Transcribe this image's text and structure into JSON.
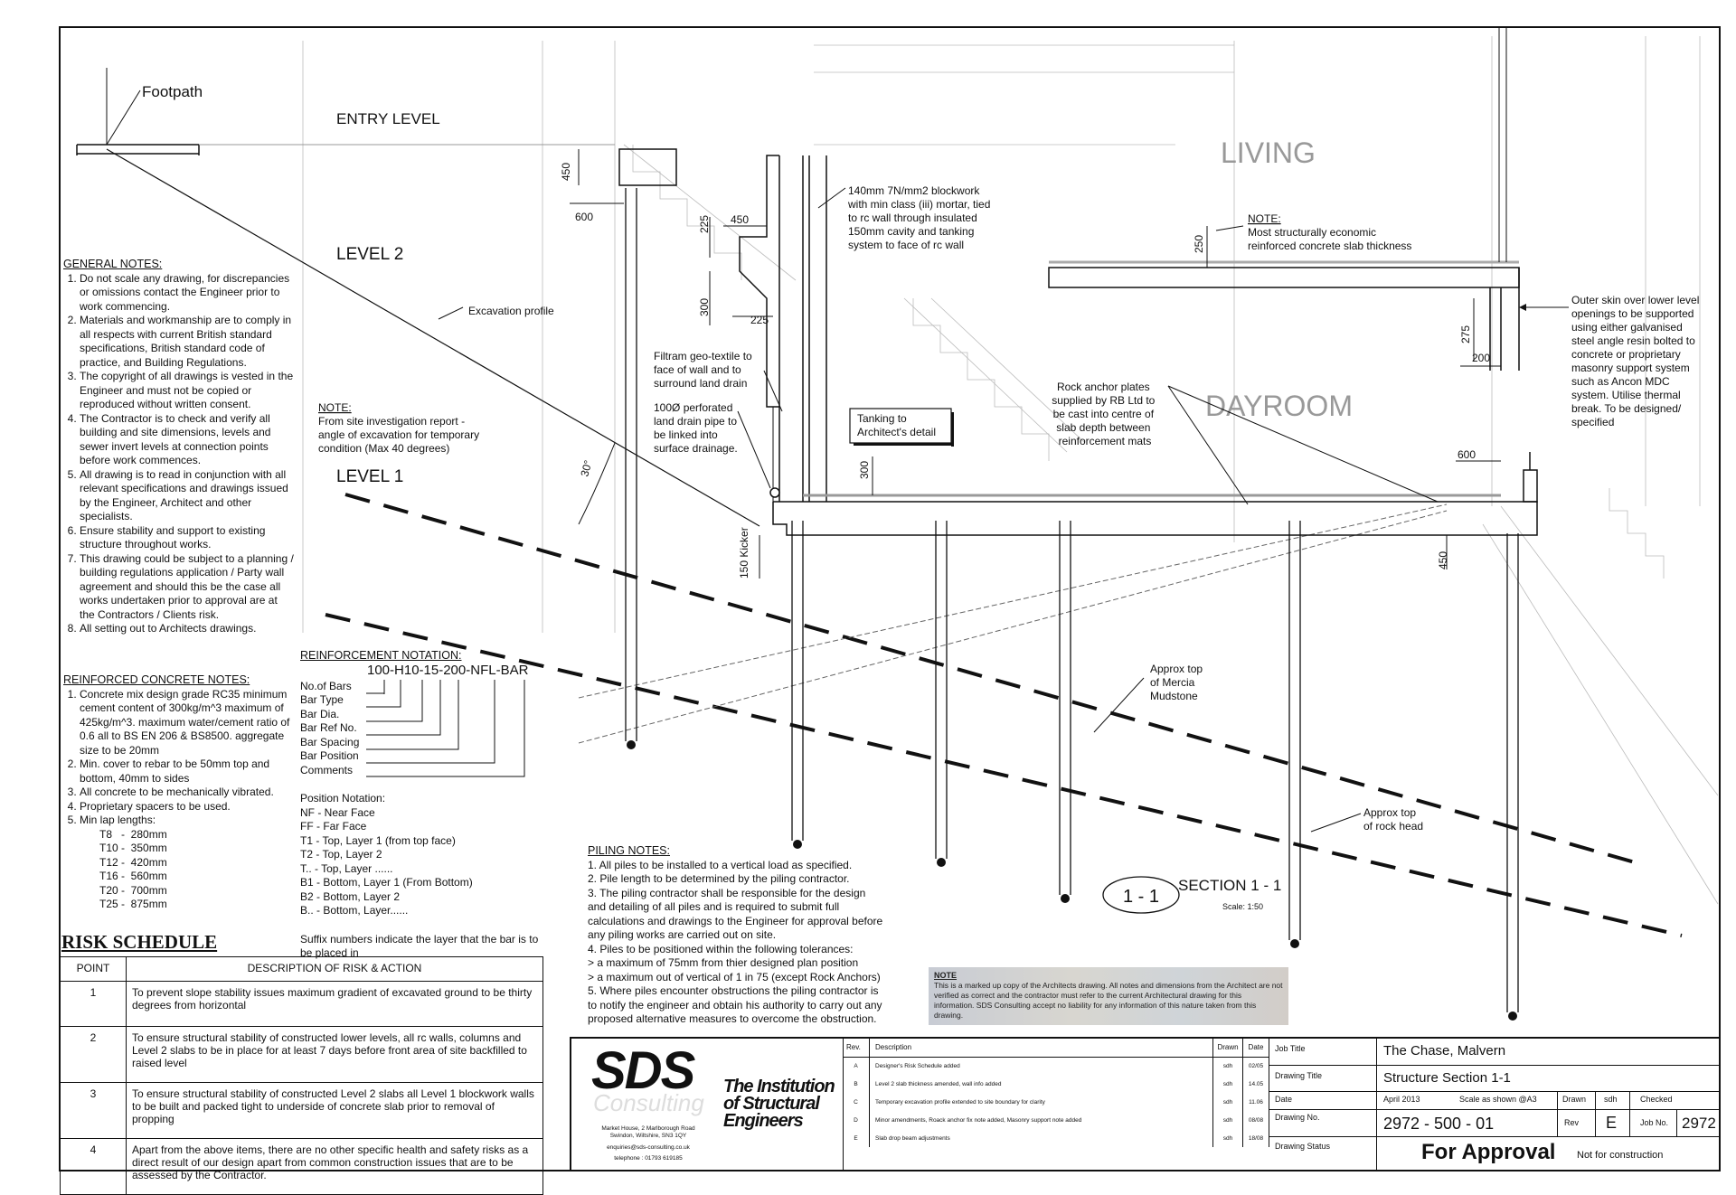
{
  "levels": {
    "entry": "ENTRY LEVEL",
    "level2": "LEVEL 2",
    "level1": "LEVEL 1"
  },
  "rooms": {
    "living": "LIVING",
    "dayroom": "DAYROOM"
  },
  "labels": {
    "footpath": "Footpath",
    "excavation_profile": "Excavation profile",
    "blockwork": [
      "140mm 7N/mm2 blockwork",
      "with min class (iii) mortar, tied",
      "to rc wall through insulated",
      "150mm cavity and tanking",
      "system to face of rc wall"
    ],
    "slab_note_title": "NOTE:",
    "slab_note": [
      "Most structurally economic",
      "reinforced concrete slab thickness"
    ],
    "outer_skin": [
      "Outer skin over lower level",
      "openings to be supported",
      "using either galvanised",
      "steel angle resin bolted to",
      "concrete or proprietary",
      "masonry support system",
      "such as Ancon MDC",
      "system. Utilise thermal",
      "break. To be designed/",
      "specified"
    ],
    "rock_anchor": [
      "Rock anchor plates",
      "supplied by RB Ltd to",
      "be cast into centre of",
      "slab depth between",
      "reinforcement mats"
    ],
    "filtram": [
      "Filtram geo-textile to",
      "face of wall and to",
      "surround land drain"
    ],
    "drain": [
      "100Ø perforated",
      "land drain pipe to",
      "be linked into",
      "surface drainage."
    ],
    "tanking": [
      "Tanking to",
      "Architect's detail"
    ],
    "site_note_title": "NOTE:",
    "site_note": [
      "From site investigation report -",
      "angle of excavation for temporary",
      "condition (Max 40 degrees)"
    ],
    "angle": "30°",
    "kicker": "150 Kicker",
    "mercia": [
      "Approx top",
      "of Mercia",
      "Mudstone"
    ],
    "rock_head": [
      "Approx top",
      "of rock head"
    ]
  },
  "dims": {
    "d450a": "450",
    "d600a": "600",
    "d225a": "225",
    "d450b": "450",
    "d300a": "300",
    "d225b": "225",
    "d250": "250",
    "d275": "275",
    "d200": "200",
    "d600b": "600",
    "d300b": "300",
    "d450c": "450"
  },
  "general_notes": {
    "title": "GENERAL NOTES:",
    "items": [
      "Do not scale any drawing, for discrepancies or omissions contact the Engineer prior to work commencing.",
      "Materials and workmanship are to comply in all respects with current British standard specifications, British standard code of practice, and Building Regulations.",
      "The copyright of all drawings is vested in the Engineer and must not be copied or reproduced without written consent.",
      "The Contractor is to check and verify all building and site dimensions, levels and sewer invert levels at connection points before work commences.",
      "All drawing is to read in conjunction with all relevant specifications and drawings issued by the Engineer, Architect and other specialists.",
      "Ensure stability and support to existing structure throughout works.",
      "This drawing could be subject to a planning / building regulations application / Party wall agreement and should this be the case all works undertaken prior to approval are at the Contractors / Clients risk.",
      "All setting out to Architects drawings."
    ]
  },
  "rc_notes": {
    "title": "REINFORCED CONCRETE NOTES:",
    "items": [
      "Concrete mix design grade RC35 minimum cement content of 300kg/m^3 maximum of 425kg/m^3. maximum water/cement ratio of 0.6 all to BS EN 206 & BS8500. aggregate size to be 20mm",
      "Min. cover to rebar to be 50mm top and bottom, 40mm to sides",
      "All concrete to be mechanically vibrated.",
      "Proprietary spacers to be used.",
      "Min lap lengths:"
    ],
    "laps": [
      "T8   -  280mm",
      "T10 -  350mm",
      "T12 -  420mm",
      "T16 -  560mm",
      "T20 -  700mm",
      "T25 -  875mm"
    ]
  },
  "reinforcement": {
    "title": "REINFORCEMENT NOTATION:",
    "code": "100-H10-15-200-NFL-BAR",
    "parts": [
      "No.of Bars",
      "Bar Type",
      "Bar Dia.",
      "Bar Ref No.",
      "Bar Spacing",
      "Bar Position",
      "Comments"
    ],
    "position_title": "Position Notation:",
    "positions": [
      "NF - Near Face",
      "FF - Far Face",
      "T1 - Top, Layer 1 (from top face)",
      "T2 - Top, Layer 2",
      "T.. - Top, Layer ......",
      "B1 - Bottom, Layer 1 (From Bottom)",
      "B2 - Bottom, Layer 2",
      "B.. - Bottom, Layer......"
    ],
    "suffix": "Suffix numbers indicate the layer that the bar is to be placed in"
  },
  "piling_notes": {
    "title": "PILING NOTES:",
    "lines": [
      "1. All piles to be installed to a vertical load as specified.",
      "2. Pile length to be determined by the piling contractor.",
      "3. The piling contractor shall be responsible for the design",
      "and detailing of all piles and is required to submit full",
      "calculations and drawings to the Engineer for approval before",
      "any piling works are carried out on site.",
      "4. Piles to be positioned within the following tolerances:",
      "> a maximum of 75mm from thier designed plan position",
      "> a maximum out of vertical of 1 in 75 (except Rock Anchors)",
      "5. Where piles encounter obstructions the piling contractor is",
      "to notify the engineer and obtain his authority to carry out any",
      "proposed alternative measures to overcome the obstruction."
    ]
  },
  "section": {
    "mark": "1 - 1",
    "title": "SECTION 1 - 1",
    "scale": "Scale: 1:50"
  },
  "risk": {
    "title": "RISK SCHEDULE",
    "headers": [
      "POINT",
      "DESCRIPTION OF RISK & ACTION"
    ],
    "rows": [
      {
        "point": "1",
        "text": "To prevent slope stability issues maximum gradient of excavated ground to be thirty degrees from horizontal"
      },
      {
        "point": "2",
        "text": "To ensure structural stability of constructed lower levels, all rc walls, columns and Level 2 slabs to be in place for at least 7 days before front area of site backfilled to raised level"
      },
      {
        "point": "3",
        "text": "To ensure structural stability of constructed Level 2 slabs all Level 1 blockwork walls to be built and packed tight to underside of concrete slab prior to removal of propping"
      },
      {
        "point": "4",
        "text": "Apart from the above items, there are no other specific health and safety risks as a direct result of our design apart from common construction issues that are to be assessed by the Contractor."
      }
    ]
  },
  "disclaimer": {
    "title": "NOTE",
    "text": "This is a marked up copy of the Architects drawing. All notes and dimensions from the Architect are not verified as correct and the contractor must refer to the current Architectural drawing for this information. SDS Consulting accept no liability for any information of this nature taken from this drawing."
  },
  "company": {
    "logo": "SDS",
    "logo_sub": "Consulting",
    "address": [
      "Market House, 2 Marlborough Road",
      "Swindon, Wiltshire, SN3 1QY"
    ],
    "email": "enquiries@sds-consulting.co.uk",
    "phone": "telephone : 01793 619185",
    "istruct": [
      "The Institution",
      "of Structural",
      "Engineers"
    ]
  },
  "revisions": {
    "headers": [
      "Rev.",
      "Description",
      "Drawn",
      "Date"
    ],
    "rows": [
      {
        "rev": "A",
        "desc": "Designer's Risk Schedule added",
        "drawn": "sdh",
        "date": "02/05"
      },
      {
        "rev": "B",
        "desc": "Level 2 slab thickness amended, wall info added",
        "drawn": "sdh",
        "date": "14.05"
      },
      {
        "rev": "C",
        "desc": "Temporary excavation profile extended to site boundary for clarity",
        "drawn": "sdh",
        "date": "11.06"
      },
      {
        "rev": "D",
        "desc": "Minor amendments, Roack anchor fix note added, Masonry support note added",
        "drawn": "sdh",
        "date": "08/08"
      },
      {
        "rev": "E",
        "desc": "Slab drop beam adjustments",
        "drawn": "sdh",
        "date": "18/08"
      }
    ]
  },
  "title_block": {
    "job_title_label": "Job Title",
    "job_title": "The Chase, Malvern",
    "drawing_title_label": "Drawing Title",
    "drawing_title": "Structure Section 1-1",
    "date_label": "Date",
    "date": "April 2013",
    "scale": "Scale as shown @A3",
    "drawn_label": "Drawn",
    "drawn": "sdh",
    "checked_label": "Checked",
    "drawing_no_label": "Drawing No.",
    "drawing_no": "2972 - 500 - 01",
    "rev_label": "Rev",
    "rev": "E",
    "job_no_label": "Job No.",
    "job_no": "2972",
    "status_label": "Drawing Status",
    "status": "For Approval",
    "status_sub": "Not for construction"
  }
}
